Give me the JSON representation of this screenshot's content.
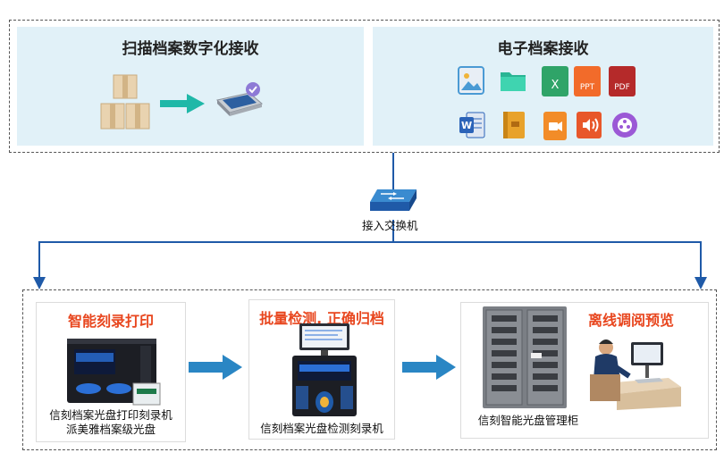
{
  "top": {
    "scan_title": "扫描档案数字化接收",
    "electronic_title": "电子档案接收",
    "file_icons": [
      {
        "name": "image-file-icon",
        "label": "",
        "color": "#4a9ad4"
      },
      {
        "name": "folder-icon",
        "label": "",
        "color": "#2ec0a0"
      },
      {
        "name": "excel-file-icon",
        "label": "X",
        "color": "#2fa468"
      },
      {
        "name": "ppt-file-icon",
        "label": "PPT",
        "color": "#f26b2a"
      },
      {
        "name": "pdf-file-icon",
        "label": "PDF",
        "color": "#b52a2a"
      },
      {
        "name": "word-file-icon",
        "label": "W",
        "color": "#2b63b8"
      },
      {
        "name": "archive-file-icon",
        "label": "",
        "color": "#e8a22b"
      },
      {
        "name": "video-file-icon",
        "label": "",
        "color": "#f28c28"
      },
      {
        "name": "audio-file-icon",
        "label": "",
        "color": "#e8572a"
      },
      {
        "name": "media-file-icon",
        "label": "",
        "color": "#9b59d6"
      }
    ]
  },
  "switch": {
    "label": "接入交换机"
  },
  "bottom": {
    "burn": {
      "title": "智能刻录打印",
      "caption_line1": "信刻档案光盘打印刻录机",
      "caption_line2": "派美雅档案级光盘"
    },
    "check": {
      "title": "批量检测, 正确归档",
      "caption": "信刻档案光盘检测刻录机"
    },
    "cabinet": {
      "title": "离线调阅预览",
      "caption": "信刻智能光盘管理柜"
    }
  },
  "colors": {
    "accent_red": "#e8461e",
    "panel_bg": "#e1f1f8",
    "arrow_blue": "#2a86c4",
    "line_blue": "#1f5aa8"
  }
}
